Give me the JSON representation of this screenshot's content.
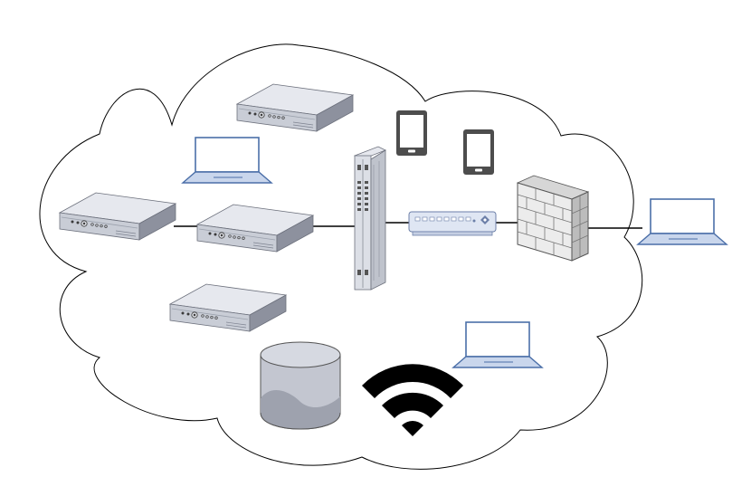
{
  "diagram": {
    "kind": "network-cloud-topology",
    "nodes": [
      {
        "id": "server-top",
        "icon": "rack-server-icon"
      },
      {
        "id": "laptop-top-left",
        "icon": "laptop-icon"
      },
      {
        "id": "server-left-1",
        "icon": "rack-server-icon"
      },
      {
        "id": "server-left-2",
        "icon": "rack-server-icon"
      },
      {
        "id": "server-bottom",
        "icon": "rack-server-icon"
      },
      {
        "id": "chassis-switch",
        "icon": "chassis-switch-icon"
      },
      {
        "id": "tablet-1",
        "icon": "tablet-icon"
      },
      {
        "id": "tablet-2",
        "icon": "tablet-icon"
      },
      {
        "id": "network-switch",
        "icon": "network-switch-icon"
      },
      {
        "id": "firewall",
        "icon": "firewall-icon"
      },
      {
        "id": "laptop-external",
        "icon": "laptop-icon"
      },
      {
        "id": "laptop-bottom-right",
        "icon": "laptop-icon"
      },
      {
        "id": "database",
        "icon": "database-cylinder-icon"
      },
      {
        "id": "wifi",
        "icon": "wifi-icon"
      }
    ],
    "links": [
      {
        "from": "server-left-1",
        "to": "server-left-2"
      },
      {
        "from": "server-left-2",
        "to": "chassis-switch"
      },
      {
        "from": "chassis-switch",
        "to": "network-switch"
      },
      {
        "from": "network-switch",
        "to": "firewall"
      },
      {
        "from": "firewall",
        "to": "laptop-external"
      }
    ],
    "colors": {
      "cloud_stroke": "#000000",
      "server_face": "#c9cdd6",
      "server_top": "#e3e6ec",
      "server_dark": "#7d8290",
      "laptop_stroke": "#4b6fa8",
      "laptop_fill": "#ffffff",
      "laptop_base": "#c9d6ec",
      "tablet": "#4d4d4d",
      "switch_fill": "#dfe6f3",
      "switch_stroke": "#6c7fa8",
      "firewall_light": "#ececec",
      "firewall_dark": "#cfcfcf",
      "database_fill": "#c3c6d0",
      "database_dark": "#9ea2ae",
      "wifi": "#000000"
    }
  }
}
